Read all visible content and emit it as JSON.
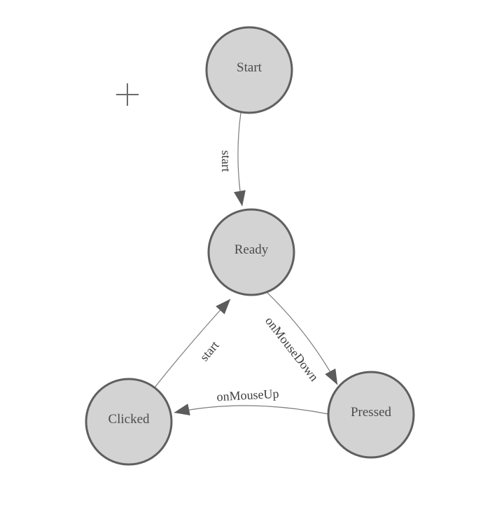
{
  "diagram": {
    "type": "finite-state-machine",
    "background": "#ffffff"
  },
  "colors": {
    "node_fill": "#d3d3d3",
    "node_stroke": "#5f5f5f",
    "edge_stroke": "#7d7d7d",
    "arrow_fill": "#5c5c5c",
    "node_text": "#4c4c4c",
    "edge_text": "#3f3f3f",
    "crosshair": "#6b6b6b"
  },
  "nodes": [
    {
      "id": "start",
      "label": "Start"
    },
    {
      "id": "ready",
      "label": "Ready"
    },
    {
      "id": "clicked",
      "label": "Clicked"
    },
    {
      "id": "pressed",
      "label": "Pressed"
    }
  ],
  "edges": [
    {
      "id": "start-to-ready",
      "from": "Start",
      "to": "Ready",
      "label": "start"
    },
    {
      "id": "clicked-to-ready",
      "from": "Clicked",
      "to": "Ready",
      "label": "start"
    },
    {
      "id": "ready-to-pressed",
      "from": "Ready",
      "to": "Pressed",
      "label": "onMouseDown"
    },
    {
      "id": "pressed-to-clicked",
      "from": "Pressed",
      "to": "Clicked",
      "label": "onMouseUp"
    }
  ],
  "cursor": {
    "type": "crosshair"
  }
}
